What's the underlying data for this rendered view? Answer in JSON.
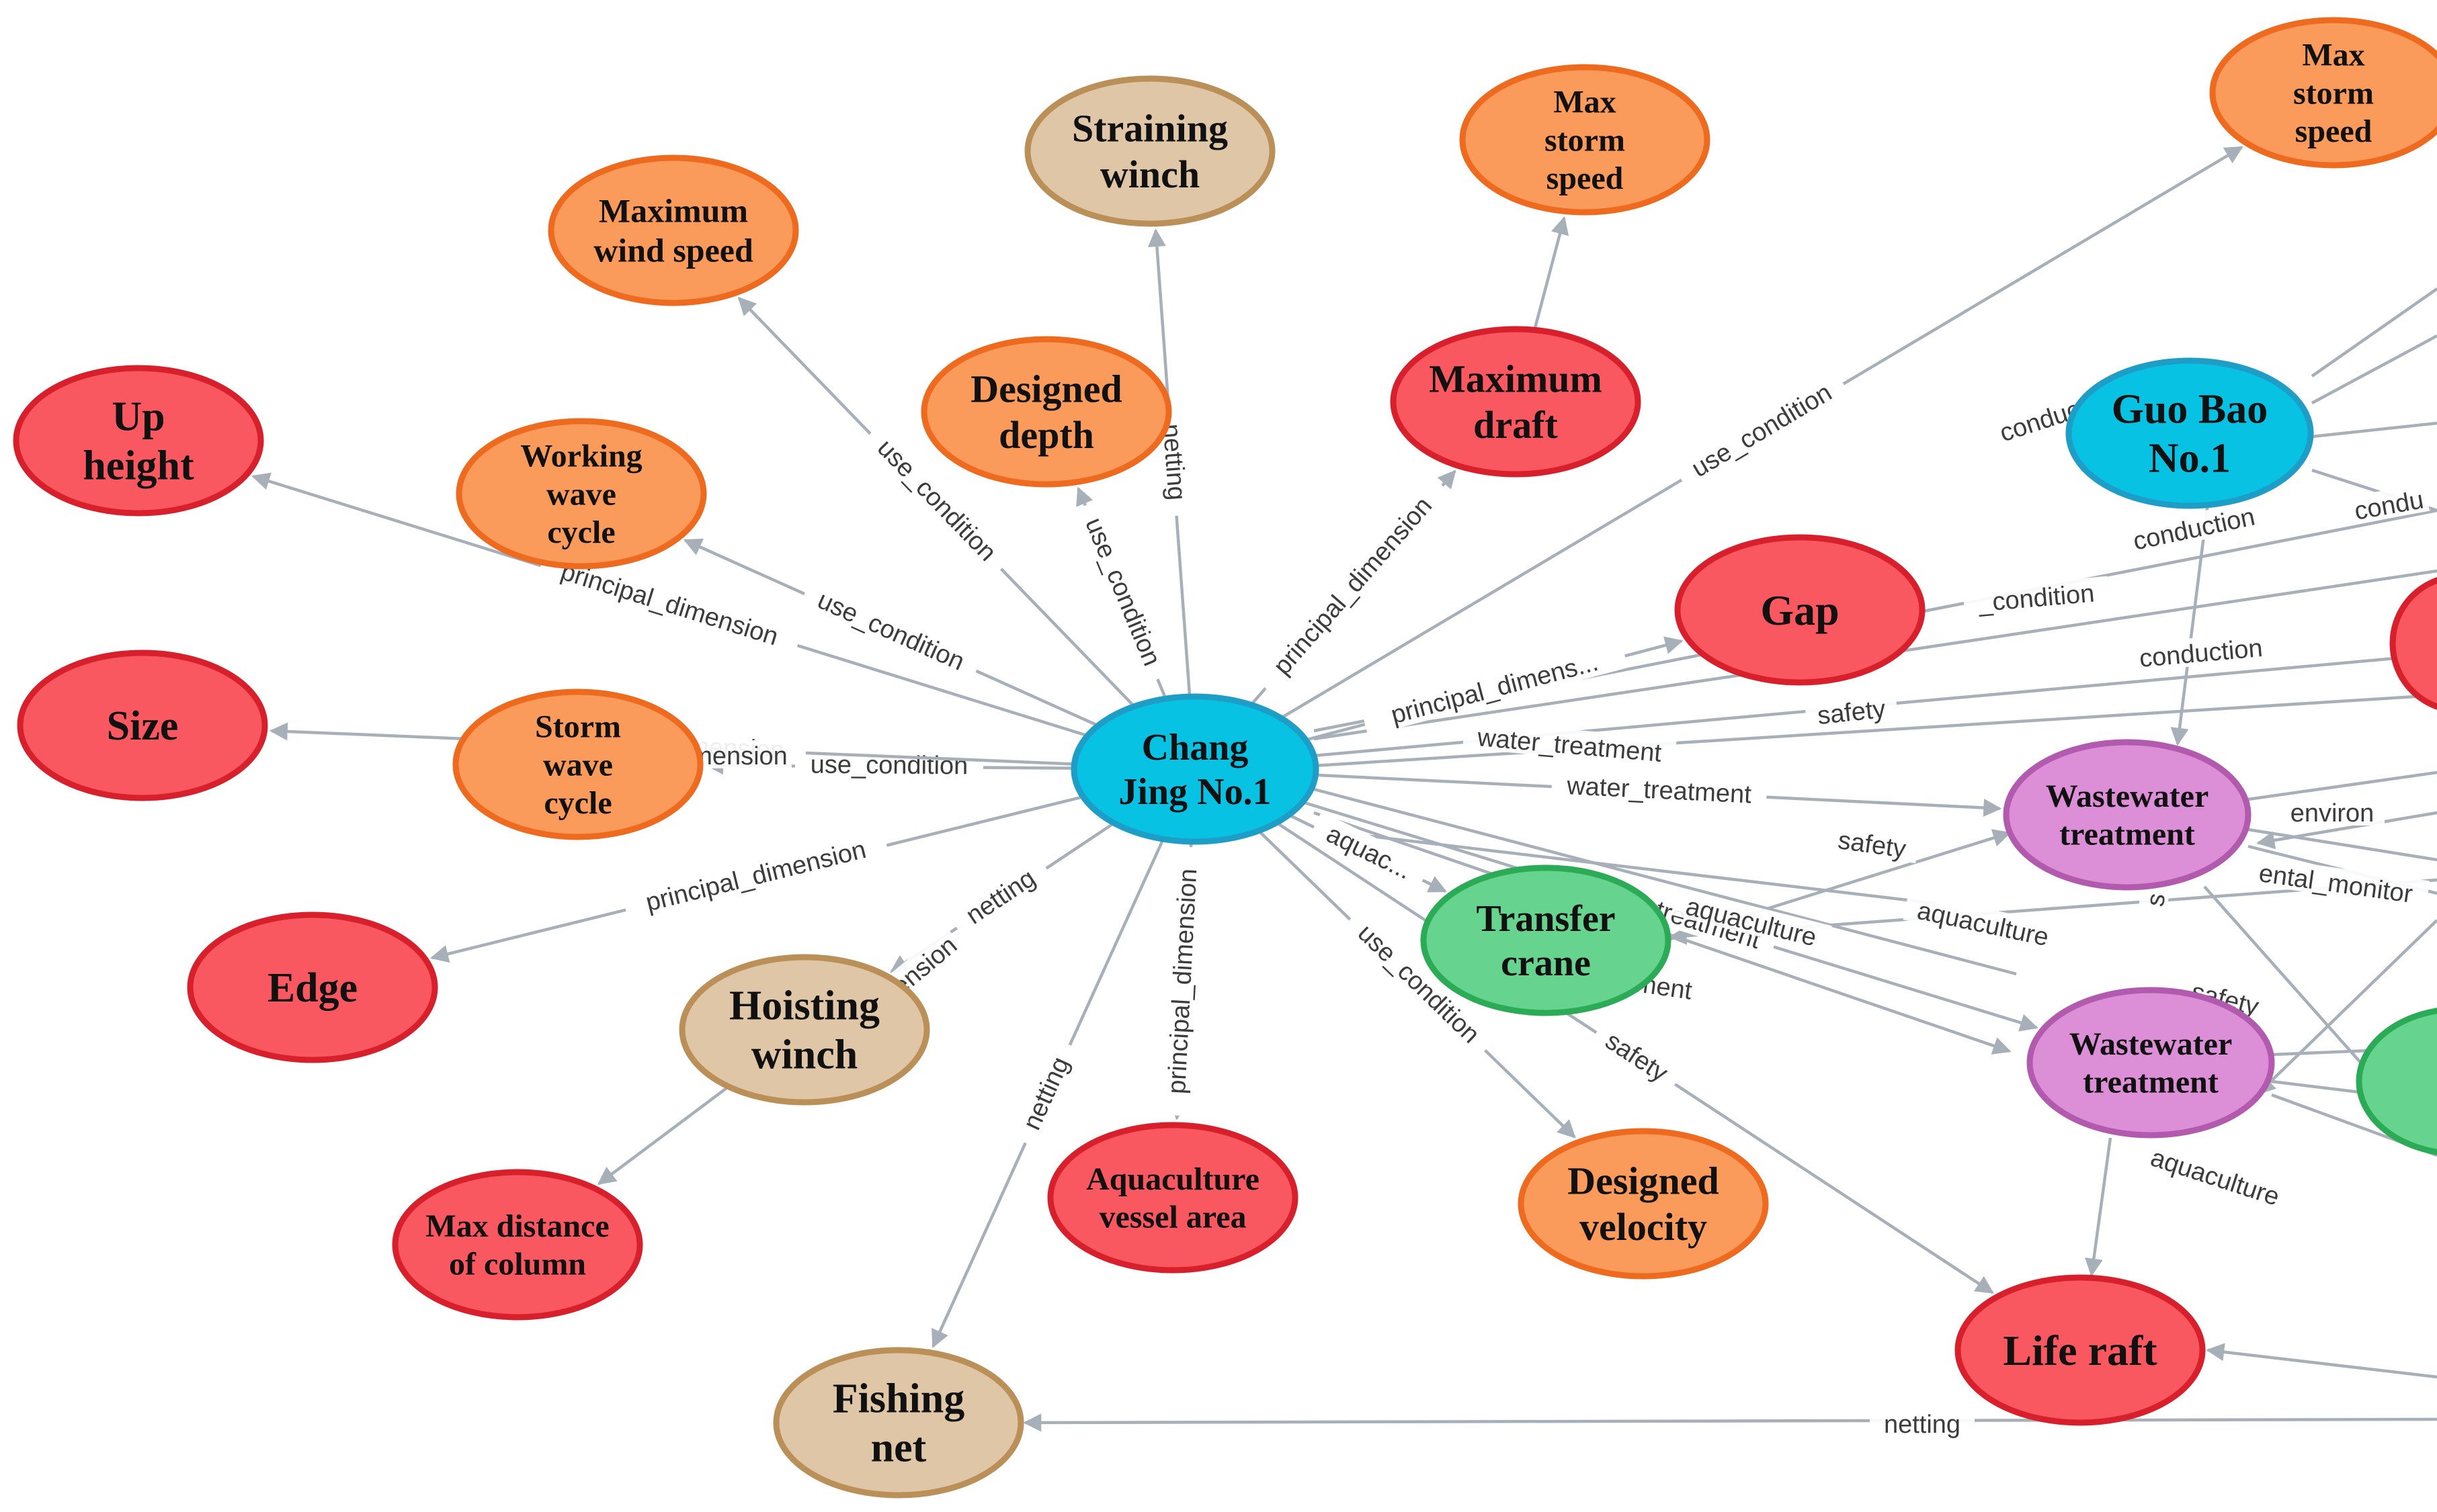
{
  "colors": {
    "blue": {
      "fill": "#08c2e4",
      "stroke": "#1e9ec6"
    },
    "red": {
      "fill": "#f95860",
      "stroke": "#d8202c"
    },
    "orange": {
      "fill": "#fb9b5b",
      "stroke": "#ee6a1f"
    },
    "tan": {
      "fill": "#dec6a6",
      "stroke": "#bb8f58"
    },
    "green": {
      "fill": "#66d38e",
      "stroke": "#2bab55"
    },
    "purple": {
      "fill": "#dc8fd6",
      "stroke": "#b25aae"
    },
    "edge": "#a7afb9"
  },
  "nodes": [
    {
      "id": "chang",
      "lines": [
        "Chang",
        "Jing No.1"
      ],
      "color": "blue"
    },
    {
      "id": "guobao",
      "lines": [
        "Guo Bao",
        "No.1"
      ],
      "color": "blue"
    },
    {
      "id": "maxwind",
      "lines": [
        "Maximum",
        "wind speed"
      ],
      "color": "orange"
    },
    {
      "id": "straining",
      "lines": [
        "Straining",
        "winch"
      ],
      "color": "tan"
    },
    {
      "id": "maxstorm1",
      "lines": [
        "Max",
        "storm",
        "speed"
      ],
      "color": "orange"
    },
    {
      "id": "maxstorm2",
      "lines": [
        "Max",
        "storm",
        "speed"
      ],
      "color": "orange"
    },
    {
      "id": "upheight",
      "lines": [
        "Up",
        "height"
      ],
      "color": "red"
    },
    {
      "id": "designeddepth",
      "lines": [
        "Designed",
        "depth"
      ],
      "color": "orange"
    },
    {
      "id": "maxdraft",
      "lines": [
        "Maximum",
        "draft"
      ],
      "color": "red"
    },
    {
      "id": "wwcycle",
      "lines": [
        "Working",
        "wave",
        "cycle"
      ],
      "color": "orange"
    },
    {
      "id": "gap",
      "lines": [
        "Gap"
      ],
      "color": "red"
    },
    {
      "id": "size",
      "lines": [
        "Size"
      ],
      "color": "red"
    },
    {
      "id": "swcycle",
      "lines": [
        "Storm",
        "wave",
        "cycle"
      ],
      "color": "orange"
    },
    {
      "id": "wastewater1",
      "lines": [
        "Wastewater",
        "treatment"
      ],
      "color": "purple"
    },
    {
      "id": "edge",
      "lines": [
        "Edge"
      ],
      "color": "red"
    },
    {
      "id": "hoisting",
      "lines": [
        "Hoisting",
        "winch"
      ],
      "color": "tan"
    },
    {
      "id": "transfer",
      "lines": [
        "Transfer",
        "crane"
      ],
      "color": "green"
    },
    {
      "id": "wastewater2",
      "lines": [
        "Wastewater",
        "treatment"
      ],
      "color": "purple"
    },
    {
      "id": "maxdist",
      "lines": [
        "Max distance",
        "of column"
      ],
      "color": "red"
    },
    {
      "id": "avarea",
      "lines": [
        "Aquaculture",
        "vessel area"
      ],
      "color": "red"
    },
    {
      "id": "designedvel",
      "lines": [
        "Designed",
        "velocity"
      ],
      "color": "orange"
    },
    {
      "id": "liferaft",
      "lines": [
        "Life raft"
      ],
      "color": "red"
    },
    {
      "id": "fishingnet",
      "lines": [
        "Fishing",
        "net"
      ],
      "color": "tan"
    },
    {
      "id": "partialred",
      "lines": [],
      "color": "red"
    },
    {
      "id": "partialgreen",
      "lines": [],
      "color": "green"
    }
  ],
  "edges": [
    {
      "from": "chang",
      "to": "maxwind",
      "label": "use_condition"
    },
    {
      "from": "chang",
      "to": "straining",
      "label": "netting"
    },
    {
      "from": "chang",
      "to": "designeddepth",
      "label": "use_condition"
    },
    {
      "from": "chang",
      "to": "maxdraft",
      "label": "principal_dimension"
    },
    {
      "from": "chang",
      "to": "upheight",
      "label": "principal_dimension"
    },
    {
      "from": "chang",
      "to": "wwcycle",
      "label": "use_condition"
    },
    {
      "from": "chang",
      "to": "swcycle",
      "label": "use_condition"
    },
    {
      "from": "chang",
      "to": "size",
      "label": "principal_dimension"
    },
    {
      "from": "chang",
      "to": "edge",
      "label": "principal_dimension"
    },
    {
      "from": "chang",
      "to": "hoisting",
      "label": "netting"
    },
    {
      "from": "chang",
      "to": "avarea",
      "label": "principal_dimension"
    },
    {
      "from": "chang",
      "to": "fishingnet",
      "label": "netting"
    },
    {
      "from": "chang",
      "to": "designedvel",
      "label": "use_condition"
    },
    {
      "from": "chang",
      "to": "liferaft",
      "label": "safety"
    },
    {
      "from": "chang",
      "to": "transfer",
      "label": "aquac..."
    },
    {
      "from": "chang",
      "to": "gap",
      "label": "principal_dimens..."
    },
    {
      "from": "chang",
      "to": "maxstorm2",
      "label": "use_condition"
    },
    {
      "from": "chang",
      "to": "wastewater1",
      "label": "water_treatment"
    },
    {
      "from": "chang",
      "to": "wastewater2",
      "label": "water_treatment"
    },
    {
      "from": "hoisting",
      "to": "maxdist",
      "label": ""
    },
    {
      "from": "maxdraft",
      "to": "maxstorm1",
      "label": ""
    }
  ],
  "free_labels": [
    "conduction",
    "conduction",
    "condu",
    "conduction",
    "safety",
    "_condition",
    "water_treatment",
    "safety",
    "environ",
    "ental_monitor",
    "aquaculture",
    "aquaculture",
    "safety",
    "ment",
    "aquaculture",
    "netting",
    "mension",
    "mension",
    "s"
  ]
}
